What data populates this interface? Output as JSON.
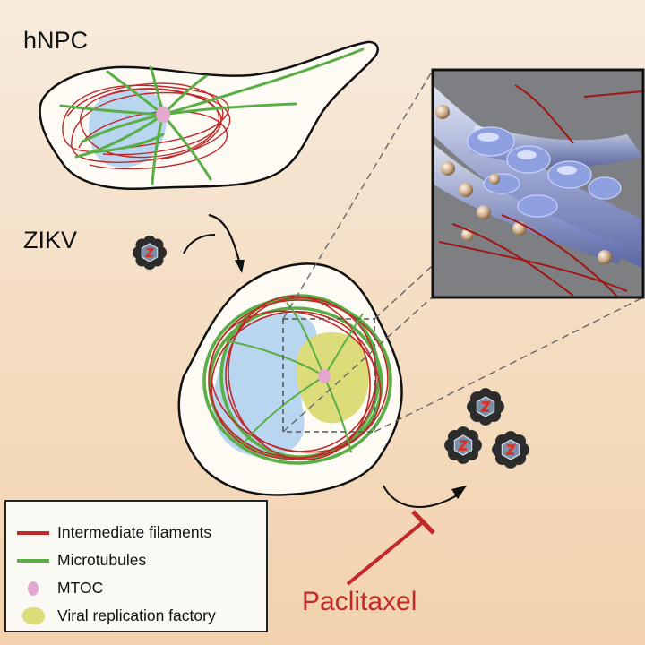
{
  "labels": {
    "cell": "hNPC",
    "virus": "ZIKV",
    "drug": "Paclitaxel"
  },
  "legend": {
    "items": [
      {
        "id": "intermediate-filaments",
        "label": "Intermediate filaments",
        "symbol": "red-line"
      },
      {
        "id": "microtubules",
        "label": "Microtubules",
        "symbol": "green-line"
      },
      {
        "id": "mtoc",
        "label": "MTOC",
        "symbol": "pink-dot"
      },
      {
        "id": "viral-replication-factory",
        "label": "Viral replication factory",
        "symbol": "yellow-blob"
      }
    ]
  },
  "colors": {
    "intermediate_filaments": "#c0282a",
    "microtubules": "#5aae46",
    "mtoc": "#e4a7cf",
    "replication_factory": "#dcdc7a",
    "nucleus": "#b8d6f0",
    "cell_body": "#fdfbf4",
    "drug": "#c22a2a"
  },
  "icons": [
    "zika-virion-icon",
    "curved-arrow-icon",
    "inhibition-bar-icon"
  ]
}
